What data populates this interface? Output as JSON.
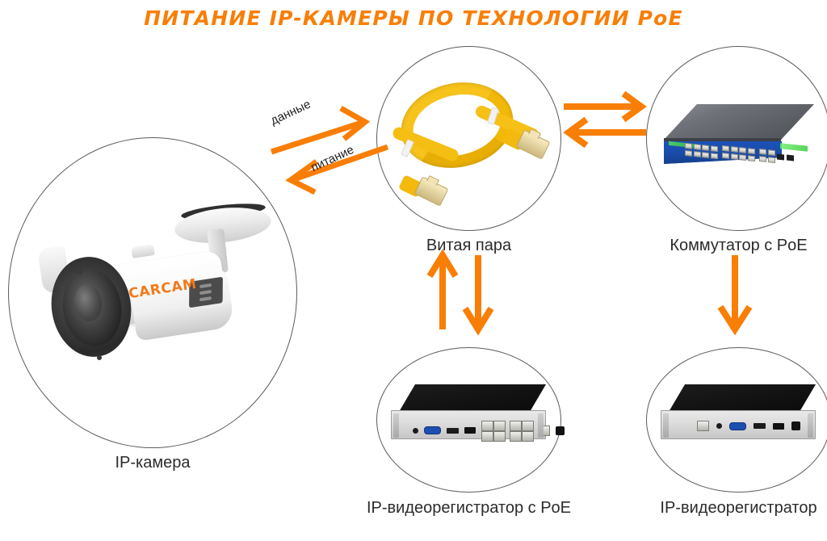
{
  "title": "ПИТАНИЕ IP-КАМЕРЫ ПО ТЕХНОЛОГИИ PoE",
  "colors": {
    "accent_orange": "#F97E06",
    "title_orange": "#F97E06",
    "circle_outline": "#5b5b5b",
    "caption_text": "#2b2b2b",
    "cable_yellow": "#F7C21B",
    "switch_blue": "#1B52B8",
    "camera_logo_orange": "#F2791A"
  },
  "nodes": {
    "camera": {
      "caption": "IP-камера",
      "brand_logo": "CARCAM",
      "icon": "bullet-ip-camera"
    },
    "cable": {
      "caption": "Витая пара",
      "icon": "ethernet-patch-cable"
    },
    "switch": {
      "caption": "Коммутатор с PoE",
      "icon": "poe-network-switch"
    },
    "nvr_poe": {
      "caption": "IP-видеорегистратор с PoE",
      "icon": "nvr-with-poe-ports"
    },
    "nvr_plain": {
      "caption": "IP-видеорегистратор",
      "icon": "nvr-rear-panel"
    }
  },
  "flow_labels": {
    "data": "данные",
    "power": "питание"
  },
  "arrows": [
    {
      "name": "camera-to-cable-data",
      "label": "данные",
      "direction": "up-right"
    },
    {
      "name": "cable-to-camera-power",
      "label": "питание",
      "direction": "down-left"
    },
    {
      "name": "cable-to-switch",
      "label": "",
      "direction": "right"
    },
    {
      "name": "switch-to-cable",
      "label": "",
      "direction": "left"
    },
    {
      "name": "nvr-poe-to-cable",
      "label": "",
      "direction": "up"
    },
    {
      "name": "cable-to-nvr-poe",
      "label": "",
      "direction": "down"
    },
    {
      "name": "switch-to-nvr-plain",
      "label": "",
      "direction": "down"
    }
  ]
}
